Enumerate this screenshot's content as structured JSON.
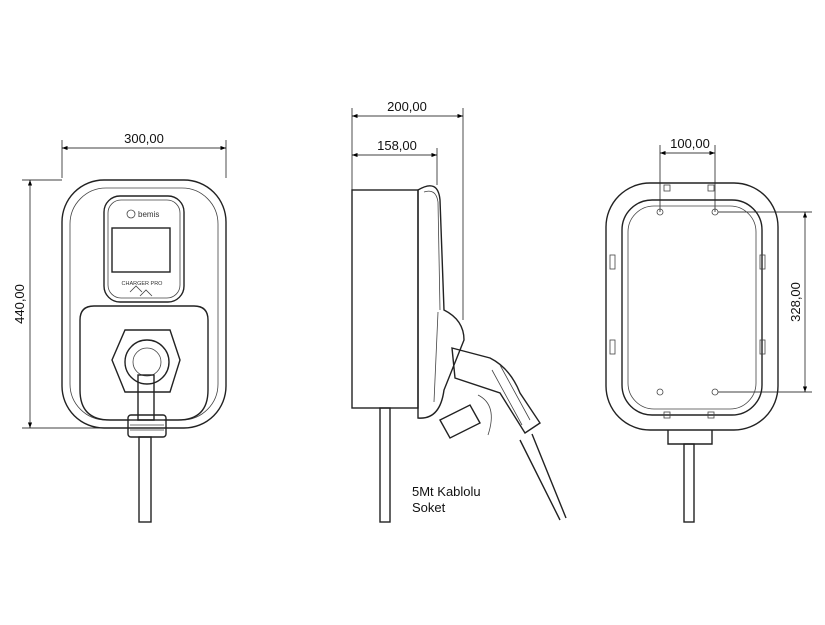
{
  "front_view": {
    "width_dim": "300,00",
    "height_dim": "440,00",
    "logo_text": "bemis",
    "model_label": "CHARGER PRO"
  },
  "side_view": {
    "depth_dim": "200,00",
    "body_depth_dim": "158,00",
    "cable_note_line1": "5Mt Kablolu",
    "cable_note_line2": "Soket"
  },
  "back_view": {
    "hole_spacing_h_dim": "100,00",
    "hole_spacing_v_dim": "328,00"
  }
}
